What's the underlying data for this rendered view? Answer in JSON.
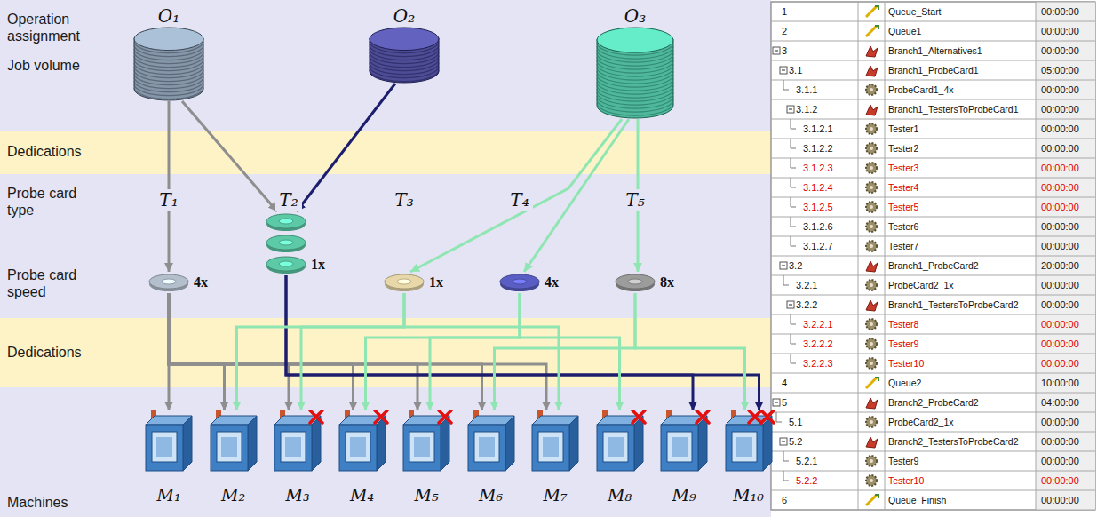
{
  "diagram": {
    "nodes": [
      {
        "text": [
          "O₁"
        ]
      },
      {
        "text": [
          "O₂"
        ]
      },
      {
        "text": [
          "O₃"
        ]
      },
      {
        "text": [
          "4x"
        ]
      },
      {
        "text": [
          "1x"
        ]
      },
      {
        "text": [
          "1x"
        ]
      },
      {
        "text": [
          "4x"
        ]
      },
      {
        "text": [
          "8x"
        ]
      },
      {
        "text": [
          "M₁"
        ]
      },
      {
        "text": [
          "M₂"
        ]
      },
      {
        "text": [
          "M₃"
        ]
      },
      {
        "text": [
          "M₄"
        ]
      },
      {
        "text": [
          "M₅"
        ]
      },
      {
        "text": [
          "M₆"
        ]
      },
      {
        "text": [
          "M₇"
        ]
      },
      {
        "text": [
          "M₈"
        ]
      },
      {
        "text": [
          "M₉"
        ]
      },
      {
        "text": [
          "M₁₀"
        ]
      }
    ],
    "edges": [
      {
        "from": 0,
        "to": 3,
        "arrow": "to"
      },
      {
        "from": 0,
        "to": 4,
        "arrow": "to"
      },
      {
        "from": 1,
        "to": 4,
        "arrow": "to"
      },
      {
        "from": 2,
        "to": 5,
        "arrow": "to"
      },
      {
        "from": 2,
        "to": 6,
        "arrow": "to"
      },
      {
        "from": 2,
        "to": 7,
        "arrow": "to"
      },
      {
        "from": 3,
        "to": 8,
        "arrow": "to"
      },
      {
        "from": 3,
        "to": 9,
        "arrow": "to"
      },
      {
        "from": 3,
        "to": 10,
        "arrow": "to"
      },
      {
        "from": 3,
        "to": 11,
        "arrow": "to"
      },
      {
        "from": 3,
        "to": 12,
        "arrow": "to"
      },
      {
        "from": 3,
        "to": 13,
        "arrow": "to"
      },
      {
        "from": 3,
        "to": 14,
        "arrow": "to"
      },
      {
        "from": 4,
        "to": 16,
        "arrow": "to"
      },
      {
        "from": 4,
        "to": 17,
        "arrow": "to"
      },
      {
        "from": 5,
        "to": 9,
        "arrow": "to"
      },
      {
        "from": 5,
        "to": 10,
        "arrow": "to"
      },
      {
        "from": 5,
        "to": 14,
        "arrow": "to"
      },
      {
        "from": 6,
        "to": 11,
        "arrow": "to"
      },
      {
        "from": 6,
        "to": 12,
        "arrow": "to"
      },
      {
        "from": 6,
        "to": 15,
        "arrow": "to"
      },
      {
        "from": 7,
        "to": 13,
        "arrow": "to"
      },
      {
        "from": 7,
        "to": 17,
        "arrow": "to"
      }
    ],
    "labels": [
      "Operation assignment",
      "Job volume",
      "Dedications",
      "Probe card type",
      "Probe card speed",
      "Dedications",
      "Machines",
      "T₁",
      "T₂",
      "T₃",
      "T₄",
      "T₅",
      "1",
      "Queue_Start",
      "00:00:00",
      "2",
      "Queue1",
      "00:00:00",
      "3",
      "Branch1_Alternatives1",
      "00:00:00",
      "3.1",
      "Branch1_ProbeCard1",
      "05:00:00",
      "3.1.1",
      "ProbeCard1_4x",
      "00:00:00",
      "3.1.2",
      "Branch1_TestersToProbeCard1",
      "00:00:00",
      "3.1.2.1",
      "Tester1",
      "00:00:00",
      "3.1.2.2",
      "Tester2",
      "00:00:00",
      "3.1.2.3",
      "Tester3",
      "00:00:00",
      "3.1.2.4",
      "Tester4",
      "00:00:00",
      "3.1.2.5",
      "Tester5",
      "00:00:00",
      "3.1.2.6",
      "Tester6",
      "00:00:00",
      "3.1.2.7",
      "Tester7",
      "00:00:00",
      "3.2",
      "Branch1_ProbeCard2",
      "20:00:00",
      "3.2.1",
      "ProbeCard2_1x",
      "00:00:00",
      "3.2.2",
      "Branch1_TestersToProbeCard2",
      "00:00:00",
      "3.2.2.1",
      "Tester8",
      "00:00:00",
      "3.2.2.2",
      "Tester9",
      "00:00:00",
      "3.2.2.3",
      "Tester10",
      "00:00:00",
      "4",
      "Queue2",
      "10:00:00",
      "5",
      "Branch2_ProbeCard2",
      "04:00:00",
      "5.1",
      "ProbeCard2_1x",
      "00:00:00",
      "5.2",
      "Branch2_TestersToProbeCard2",
      "00:00:00",
      "5.2.1",
      "Tester9",
      "00:00:00",
      "5.2.2",
      "Tester10",
      "00:00:00",
      "6",
      "Queue_Finish",
      "00:00:00"
    ]
  }
}
